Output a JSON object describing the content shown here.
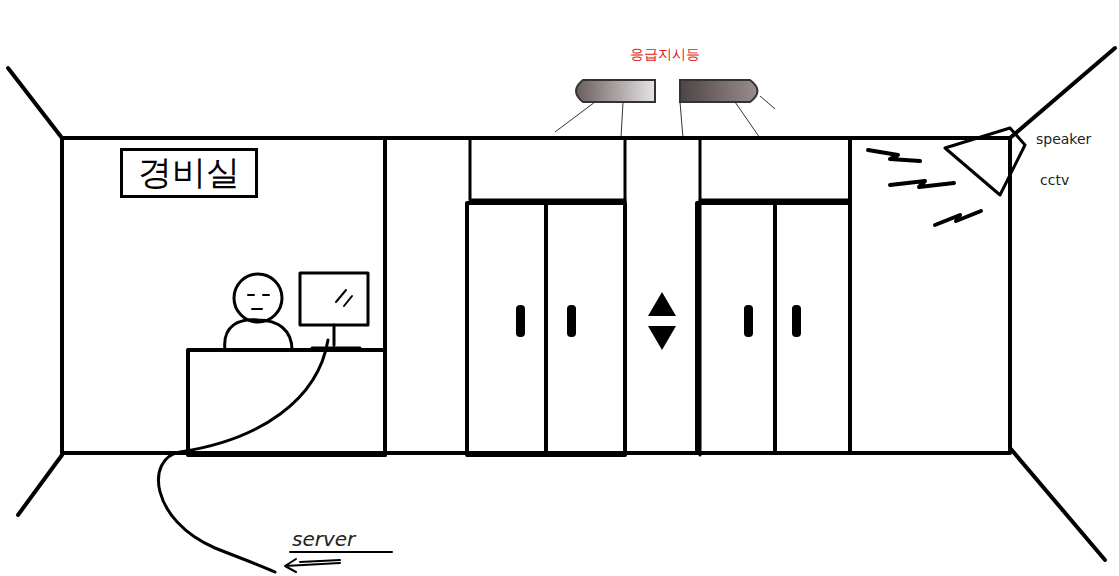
{
  "diagram": {
    "nodes": [
      {
        "text": [
          "경비실"
        ]
      },
      {
        "text": [
          "응급지시등"
        ]
      }
    ],
    "labels": [
      "speaker",
      "cctv",
      "server"
    ]
  }
}
